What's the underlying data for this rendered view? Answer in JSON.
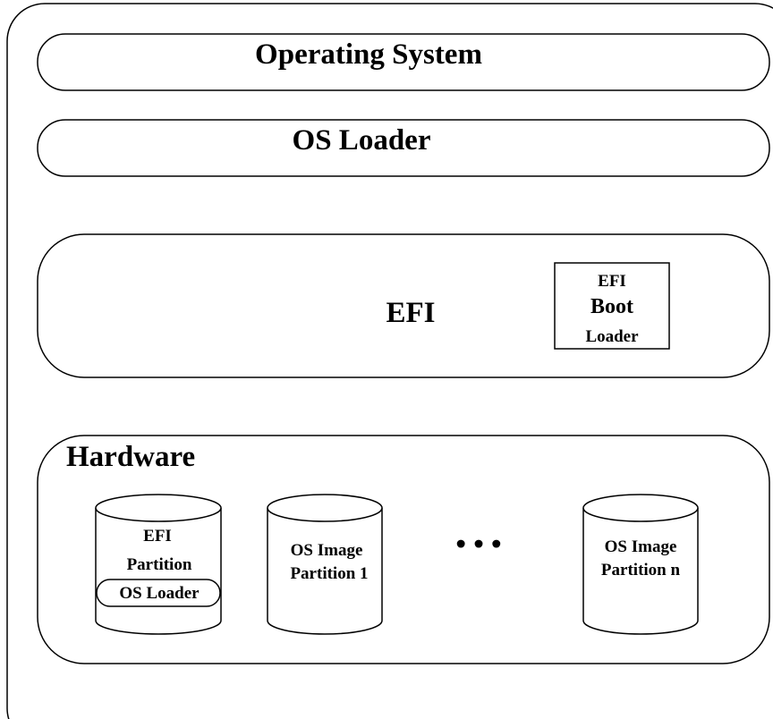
{
  "layers": {
    "operating_system": "Operating System",
    "os_loader": "OS Loader",
    "efi": "EFI",
    "efi_boot_loader": {
      "line1": "EFI",
      "line2": "Boot",
      "line3": "Loader"
    },
    "hardware": "Hardware"
  },
  "partitions": {
    "efi_partition": {
      "line1": "EFI",
      "line2": "Partition",
      "inner": "OS Loader"
    },
    "os_image_1": {
      "line1": "OS Image",
      "line2": "Partition 1"
    },
    "os_image_n": {
      "line1": "OS Image",
      "line2": "Partition n"
    },
    "ellipsis": "• • •"
  }
}
